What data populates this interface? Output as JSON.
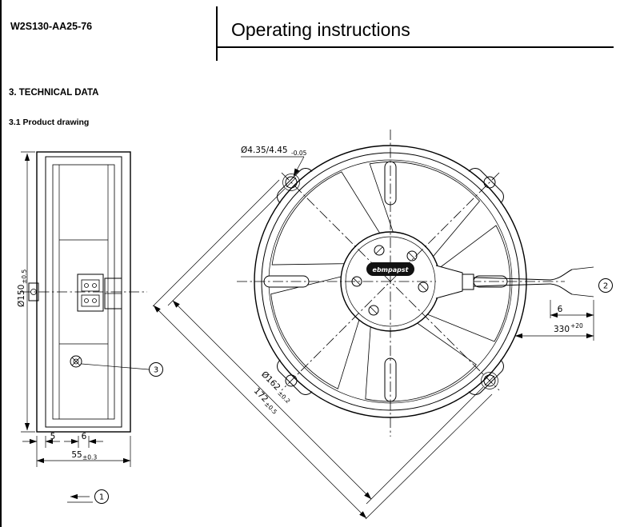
{
  "header": {
    "part_number": "W2S130-AA25-76",
    "title": "Operating instructions"
  },
  "sections": {
    "technical_data": "3. TECHNICAL DATA",
    "product_drawing": "3.1 Product drawing"
  },
  "drawing": {
    "labels": {
      "fan_dia": "Ø150",
      "fan_dia_tol": "±0.5",
      "width_5": "5",
      "width_6": "6",
      "depth": "55",
      "depth_tol": "±0.3",
      "hole": "Ø4.35/4.45",
      "hole_tol": "-0.05",
      "pitch": "Ø162",
      "pitch_tol": "±0.2",
      "diag": "172",
      "diag_tol": "±0.5",
      "strip": "6",
      "cable": "330",
      "cable_tol": "+20",
      "callout_1": "1",
      "callout_2": "2",
      "callout_3": "3",
      "logo": "ebmpapst"
    },
    "ink": "#000000"
  }
}
